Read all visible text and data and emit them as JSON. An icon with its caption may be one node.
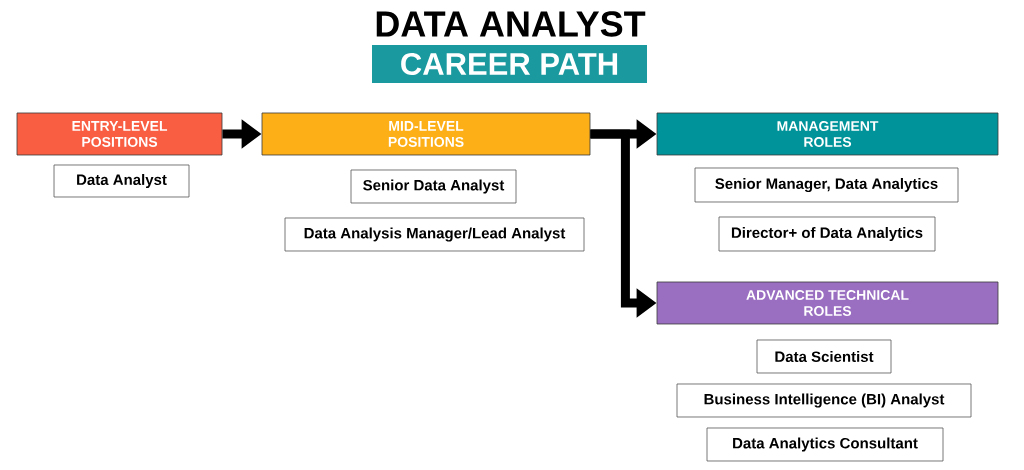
{
  "diagram": {
    "title": "DATA ANALYST",
    "nodes": [
      {
        "text": [
          "CAREER PATH"
        ]
      },
      {
        "text": [
          "ENTRY-LEVEL POSITIONS"
        ]
      },
      {
        "text": [
          "Data Analyst"
        ]
      },
      {
        "text": [
          "MID-LEVEL POSITIONS"
        ]
      },
      {
        "text": [
          "Senior Data Analyst"
        ]
      },
      {
        "text": [
          "Data Analysis Manager/Lead Analyst"
        ]
      },
      {
        "text": [
          "MANAGEMENT ROLES"
        ]
      },
      {
        "text": [
          "Senior Manager, Data Analytics"
        ]
      },
      {
        "text": [
          "Director+ of Data Analytics"
        ]
      },
      {
        "text": [
          "ADVANCED TECHNICAL ROLES"
        ]
      },
      {
        "text": [
          "Data Scientist"
        ]
      },
      {
        "text": [
          "Business Intelligence (BI) Analyst"
        ]
      },
      {
        "text": [
          "Data Analytics Consultant"
        ]
      }
    ],
    "edges": [
      {
        "from": 1,
        "to": 3,
        "arrow": "to"
      },
      {
        "from": 3,
        "to": 6,
        "arrow": "to"
      },
      {
        "from": 3,
        "to": 9,
        "arrow": "to"
      }
    ]
  }
}
